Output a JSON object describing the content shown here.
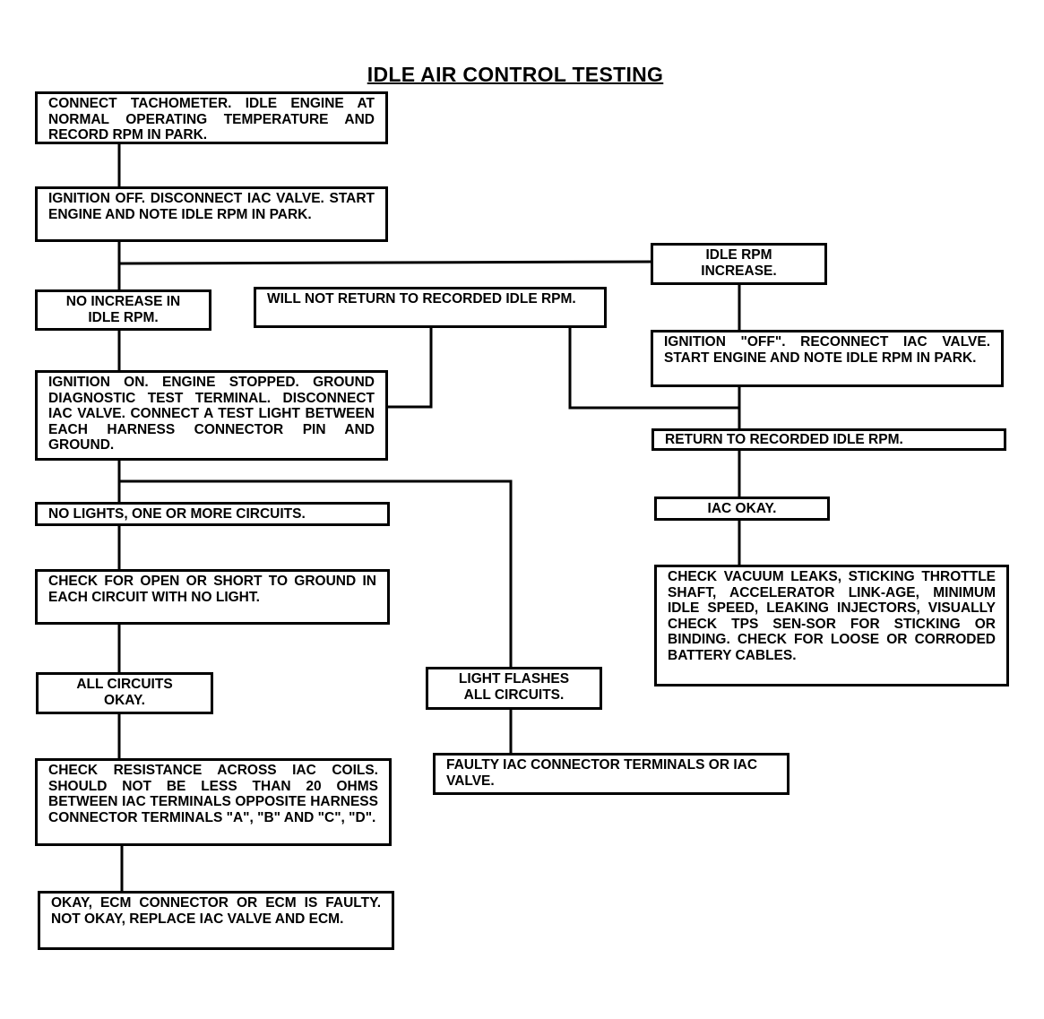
{
  "diagram": {
    "title": "IDLE AIR CONTROL TESTING",
    "steps": {
      "connect_tachometer": "CONNECT TACHOMETER. IDLE ENGINE AT NORMAL OPERATING TEMPERATURE AND RECORD RPM IN PARK.",
      "ignition_off_disconnect": "IGNITION OFF. DISCONNECT IAC VALVE. START ENGINE AND NOTE IDLE RPM IN PARK.",
      "idle_rpm_increase": "IDLE RPM INCREASE.",
      "no_increase": "NO INCREASE IN IDLE RPM.",
      "will_not_return": "WILL NOT RETURN TO RECORDED IDLE RPM.",
      "ignition_off_reconnect": "IGNITION \"OFF\". RECONNECT IAC VALVE. START ENGINE AND NOTE IDLE RPM IN PARK.",
      "ignition_on_test_light": "IGNITION ON. ENGINE STOPPED. GROUND DIAGNOSTIC TEST TERMINAL. DISCONNECT IAC VALVE. CONNECT A TEST LIGHT BETWEEN EACH HARNESS CONNECTOR PIN AND GROUND.",
      "return_to_recorded": "RETURN TO RECORDED IDLE RPM.",
      "no_lights": "NO LIGHTS, ONE OR MORE CIRCUITS.",
      "iac_okay": "IAC OKAY.",
      "check_open_short": "CHECK FOR OPEN OR SHORT TO GROUND IN EACH CIRCUIT WITH NO LIGHT.",
      "check_vacuum_leaks": "CHECK VACUUM LEAKS, STICKING THROTTLE SHAFT, ACCELERATOR LINK-AGE, MINIMUM IDLE SPEED, LEAKING INJECTORS, VISUALLY CHECK TPS SEN-SOR FOR STICKING OR BINDING. CHECK FOR LOOSE OR CORRODED BATTERY CABLES.",
      "all_circuits_okay": "ALL CIRCUITS OKAY.",
      "light_flashes": "LIGHT FLASHES ALL CIRCUITS.",
      "faulty_iac_connector": "FAULTY IAC CONNECTOR TERMINALS OR IAC VALVE.",
      "check_resistance": "CHECK RESISTANCE ACROSS IAC COILS. SHOULD NOT BE LESS THAN 20 OHMS BETWEEN IAC TERMINALS OPPOSITE HARNESS CONNECTOR TERMINALS \"A\", \"B\" AND \"C\", \"D\".",
      "ecm_result": "OKAY, ECM CONNECTOR OR ECM IS FAULTY. NOT OKAY, REPLACE IAC VALVE AND ECM."
    }
  }
}
